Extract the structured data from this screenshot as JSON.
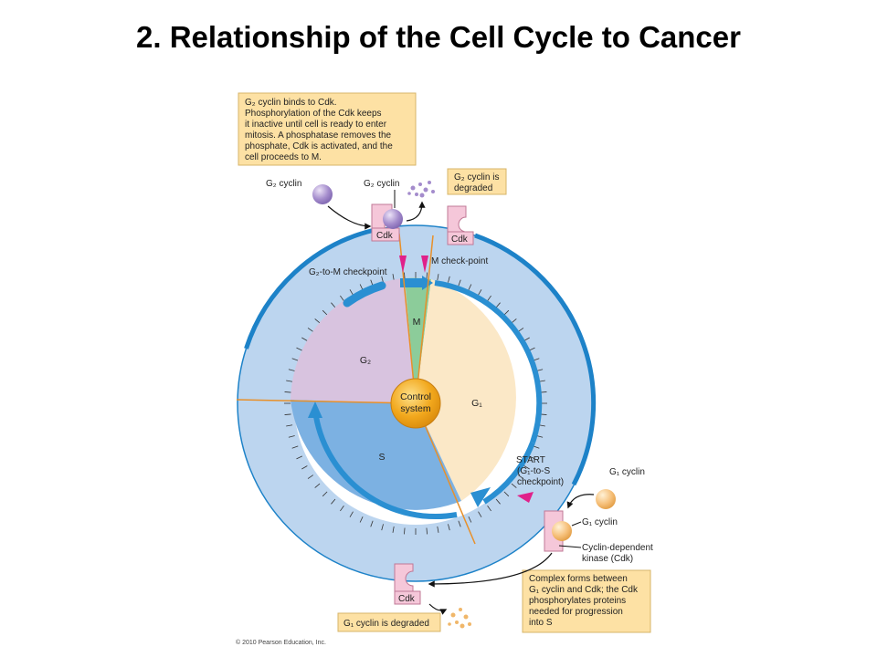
{
  "title": "2.  Relationship of the Cell Cycle to Cancer",
  "colors": {
    "outer_ring": "#bcd5ef",
    "ring_edge": "#1d82c8",
    "phase_g1": "#fbe8c7",
    "phase_g2": "#d8c3df",
    "phase_m": "#8ccc9a",
    "phase_s": "#7cb1e2",
    "control_system": "#f2a81d",
    "checkpoint_marker": "#e0218a",
    "cdk": "#f5c7d9",
    "g2_cyclin": "#a48ccc",
    "g1_cyclin": "#f6c07a",
    "note_box": "#fde1a4"
  },
  "notes": {
    "g2_box": [
      "G₂ cyclin binds to Cdk.",
      "Phosphorylation of the Cdk keeps",
      "it inactive until cell is ready to enter",
      "mitosis. A phosphatase removes the",
      "phosphate, Cdk is activated, and the",
      "cell proceeds to M."
    ],
    "g2_degraded": [
      "G₂ cyclin is",
      "degraded"
    ],
    "complex_box": [
      "Complex forms between",
      "G₁ cyclin and Cdk; the Cdk",
      "phosphorylates proteins",
      "needed for progression",
      "into S"
    ],
    "g1_degraded": "G₁ cyclin is degraded"
  },
  "labels": {
    "g2_cyclin_free": "G₂ cyclin",
    "g2_cyclin_bound": "G₂ cyclin",
    "cdk_top_left": "Cdk",
    "cdk_top_right": "Cdk",
    "cdk_bottom": "Cdk",
    "g2_m_checkpoint": "G₂-to-M checkpoint",
    "m_checkpoint": "M check-point",
    "start_checkpoint": [
      "START",
      "(G₁-to-S",
      "checkpoint)"
    ],
    "g1_cyclin_free": "G₁ cyclin",
    "g1_cyclin_bound": "G₁ cyclin",
    "cdk_full": [
      "Cyclin-dependent",
      "kinase (Cdk)"
    ]
  },
  "phases": {
    "m": "M",
    "g2": "G₂",
    "g1": "G₁",
    "s": "S"
  },
  "control_system": [
    "Control",
    "system"
  ],
  "copyright": "© 2010 Pearson Education, Inc."
}
